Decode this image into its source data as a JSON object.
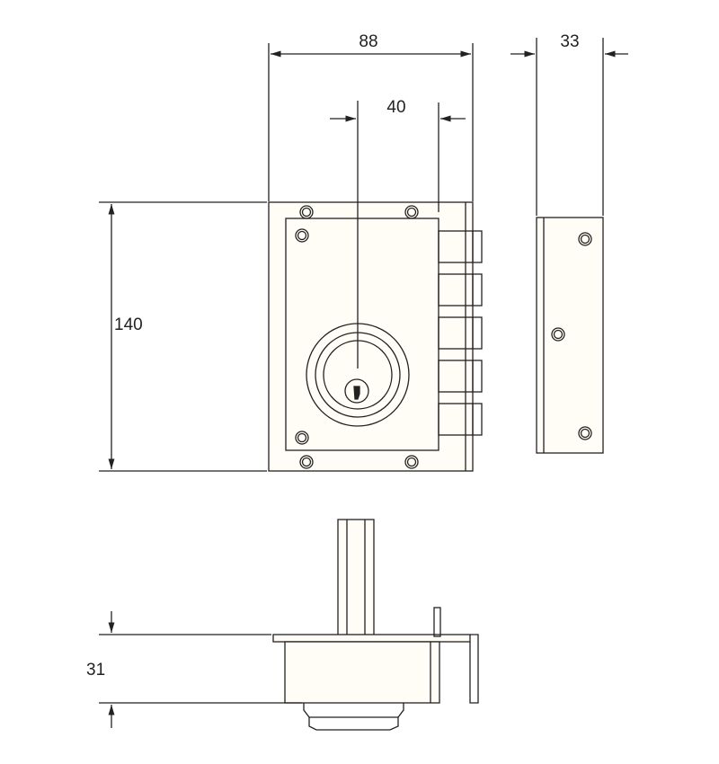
{
  "drawing": {
    "colors": {
      "line": "#222222",
      "fill": "#fffdf5"
    },
    "dimensions": {
      "width_88": "88",
      "depth_33": "33",
      "backset_40": "40",
      "height_140": "140",
      "thickness_31": "31"
    }
  }
}
